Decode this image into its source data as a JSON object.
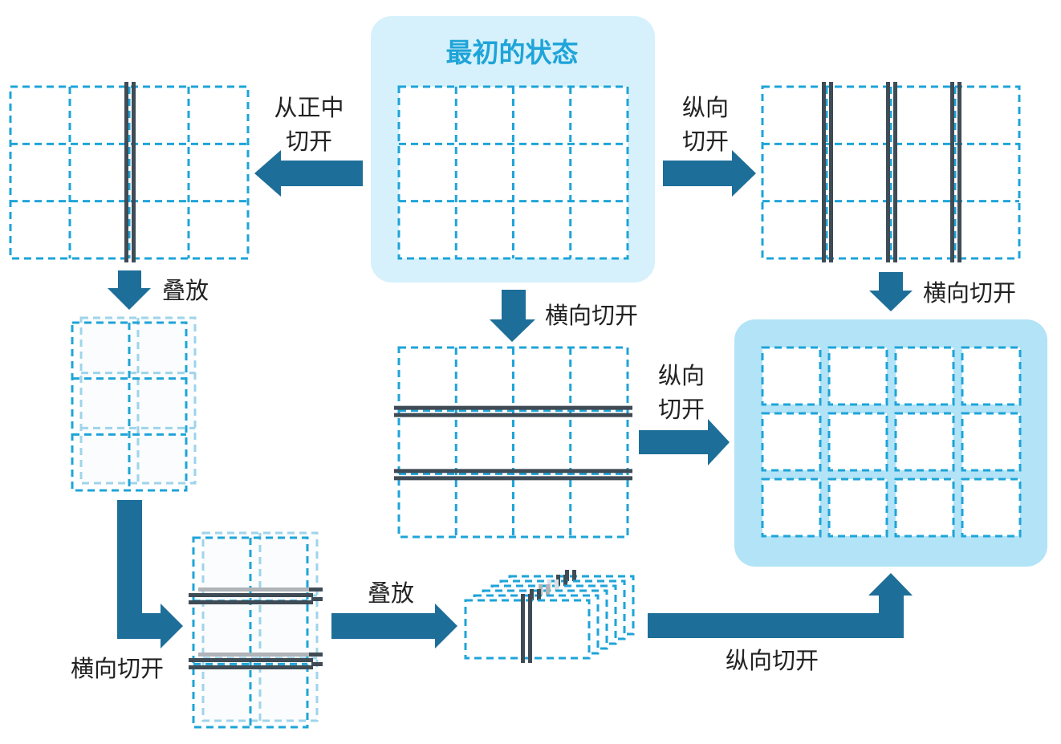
{
  "colors": {
    "grid": "#1ea4d8",
    "grid_light": "#9fd4ea",
    "panel_light": "#d6f1fb",
    "panel_result": "#b2e3f7",
    "arrow": "#1d6f99",
    "cut": "#3f4b55",
    "cut_light": "#b0b4b8",
    "label": "#222222",
    "title": "#1ea4d8"
  },
  "diagram": {
    "title": "最初的状态",
    "grid": {
      "cols": 4,
      "rows": 3
    },
    "labels": {
      "cut_middle_line1": "从正中",
      "cut_middle_line2": "切开",
      "vertical_top_line1": "纵向",
      "vertical_top_line2": "切开",
      "horizontal_right": "横向切开",
      "stack_top": "叠放",
      "horizontal_center": "横向切开",
      "vertical_center_line1": "纵向",
      "vertical_center_line2": "切开",
      "horizontal_bottom_left": "横向切开",
      "stack_bottom": "叠放",
      "vertical_bottom": "纵向切开"
    },
    "nodes": [
      {
        "id": "initial",
        "desc": "4x3 grid, initial state (highlighted)"
      },
      {
        "id": "cut-middle",
        "desc": "4x3 grid cut once vertically in the middle"
      },
      {
        "id": "vertical-cuts",
        "desc": "4x3 grid cut vertically 3 times"
      },
      {
        "id": "stacked-halves",
        "desc": "two 2x3 halves stacked"
      },
      {
        "id": "horizontal-cuts",
        "desc": "4x3 grid cut horizontally 2 times"
      },
      {
        "id": "stacked-halves-cut",
        "desc": "stacked halves cut horizontally"
      },
      {
        "id": "stacked-strips",
        "desc": "six strips stacked and cut vertically"
      },
      {
        "id": "result",
        "desc": "12 separate pieces (highlighted)"
      }
    ]
  }
}
